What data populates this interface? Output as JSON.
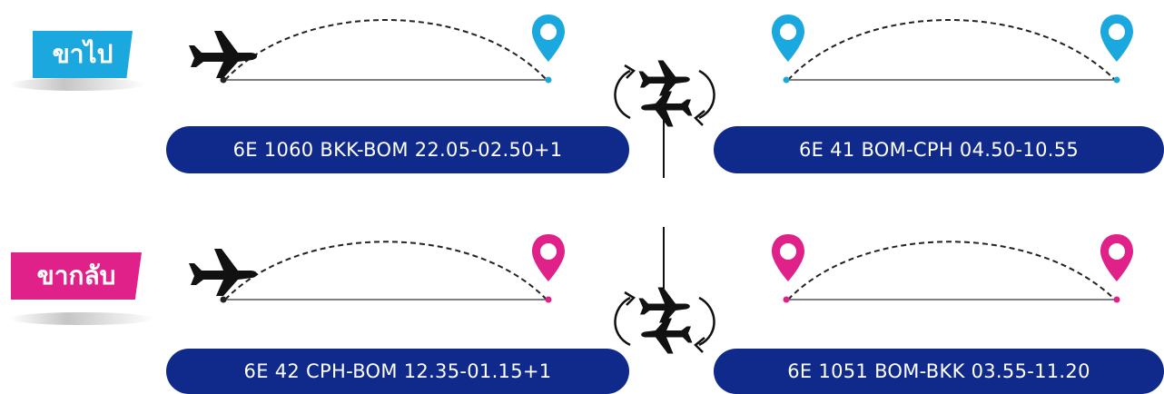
{
  "outbound": {
    "tag_label": "ขาไป",
    "accent_color": "#1aa8df",
    "flight_1": "6E 1060 BKK-BOM 22.05-02.50+1",
    "flight_2": "6E 41 BOM-CPH 04.50-10.55"
  },
  "return": {
    "tag_label": "ขากลับ",
    "accent_color": "#e0218a",
    "flight_1": "6E 42 CPH-BOM 12.35-01.15+1",
    "flight_2": "6E 1051 BOM-BKK 03.55-11.20"
  },
  "pill_color": "#0f2a8a",
  "icons": [
    "airplane-icon",
    "location-pin-icon",
    "transfer-icon"
  ]
}
